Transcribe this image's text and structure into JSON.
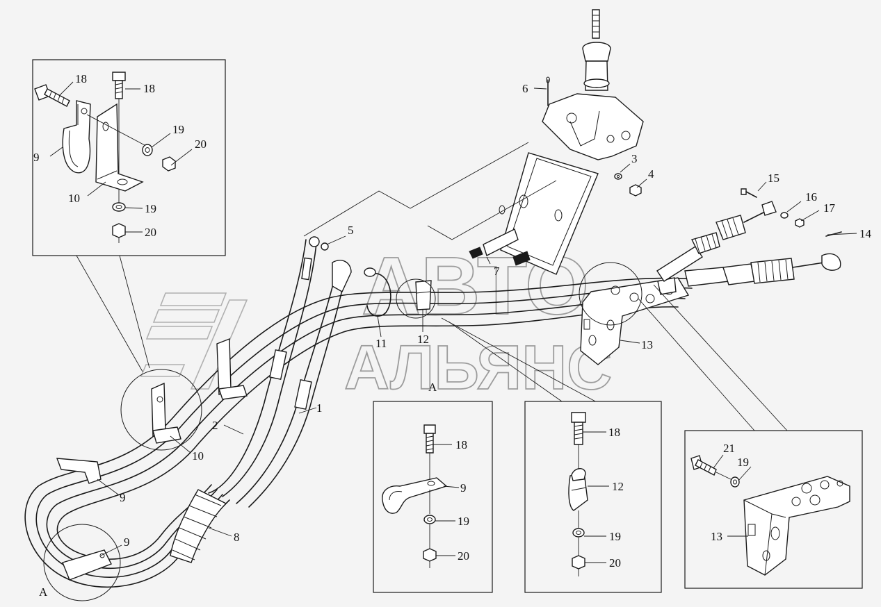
{
  "watermark": {
    "line1": "АВТО",
    "line2": "АЛЬЯНС"
  },
  "labels": {
    "1": "1",
    "2": "2",
    "3": "3",
    "4": "4",
    "5": "5",
    "6": "6",
    "7": "7",
    "8": "8",
    "9": "9",
    "10": "10",
    "11": "11",
    "12": "12",
    "13": "13",
    "14": "14",
    "15": "15",
    "16": "16",
    "17": "17",
    "18": "18",
    "19": "19",
    "20": "20",
    "21": "21"
  },
  "view_marks": {
    "main": "A",
    "detail": "A"
  },
  "colors": {
    "background": "#f4f4f4",
    "line": "#1a1a1a",
    "watermark": "#9c9c9c"
  }
}
